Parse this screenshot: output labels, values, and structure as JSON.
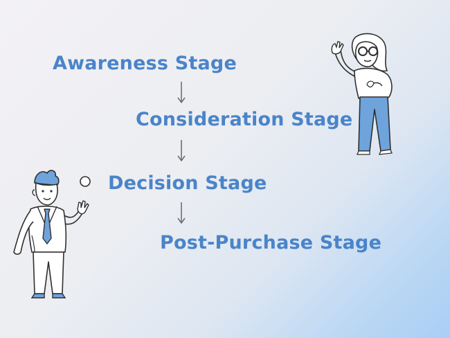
{
  "diagram": {
    "stages": [
      "Awareness Stage",
      "Consideration Stage",
      "Decision Stage",
      "Post-Purchase Stage"
    ]
  },
  "colors": {
    "stage_text": "#4a84c9",
    "arrow": "#6f6f6f",
    "illustration_stroke": "#2f2f2f",
    "illustration_blue": "#6ea3dc",
    "background_light": "#f3f1f5",
    "background_blue": "#a9cff5"
  },
  "illustrations": {
    "left": "man-waving-juggling-ball-illustration",
    "right": "woman-waving-illustration"
  }
}
